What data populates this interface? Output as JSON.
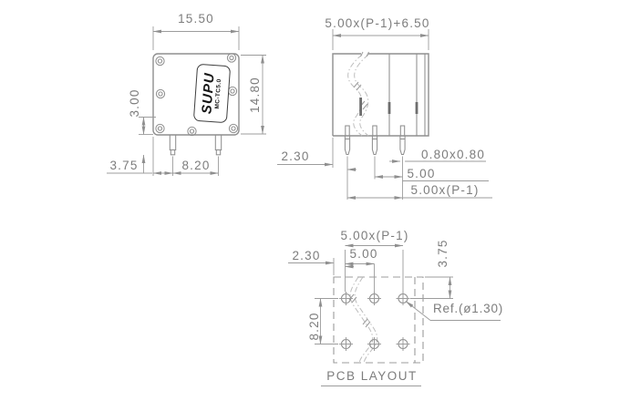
{
  "page": {
    "background": "#ffffff",
    "line_color": "#8f8f8f",
    "dim_line_color": "#9c9c9c",
    "text_color": "#7d7d7d",
    "label_ink": "#161616"
  },
  "side_view": {
    "dim_width": "15.50",
    "dim_height": "14.80",
    "dim_pin_drop": "3.00",
    "dim_edge_to_pin": "3.75",
    "dim_row_pitch": "8.20",
    "label": {
      "brand": "SUPU",
      "model": "MC-TC5.0"
    }
  },
  "front_view": {
    "dim_total_width": "5.00x(P-1)+6.50",
    "dim_edge_to_pin": "2.30",
    "dim_pin_size": "0.80x0.80",
    "dim_pitch": "5.00",
    "dim_pin_span": "5.00x(P-1)"
  },
  "pcb_layout": {
    "title": "PCB LAYOUT",
    "dim_hole_span": "5.00x(P-1)",
    "dim_pitch": "5.00",
    "dim_edge_to_hole": "2.30",
    "dim_top_to_hole": "3.75",
    "dim_row_pitch": "8.20",
    "hole_note": "Ref.(ø1.30)"
  }
}
